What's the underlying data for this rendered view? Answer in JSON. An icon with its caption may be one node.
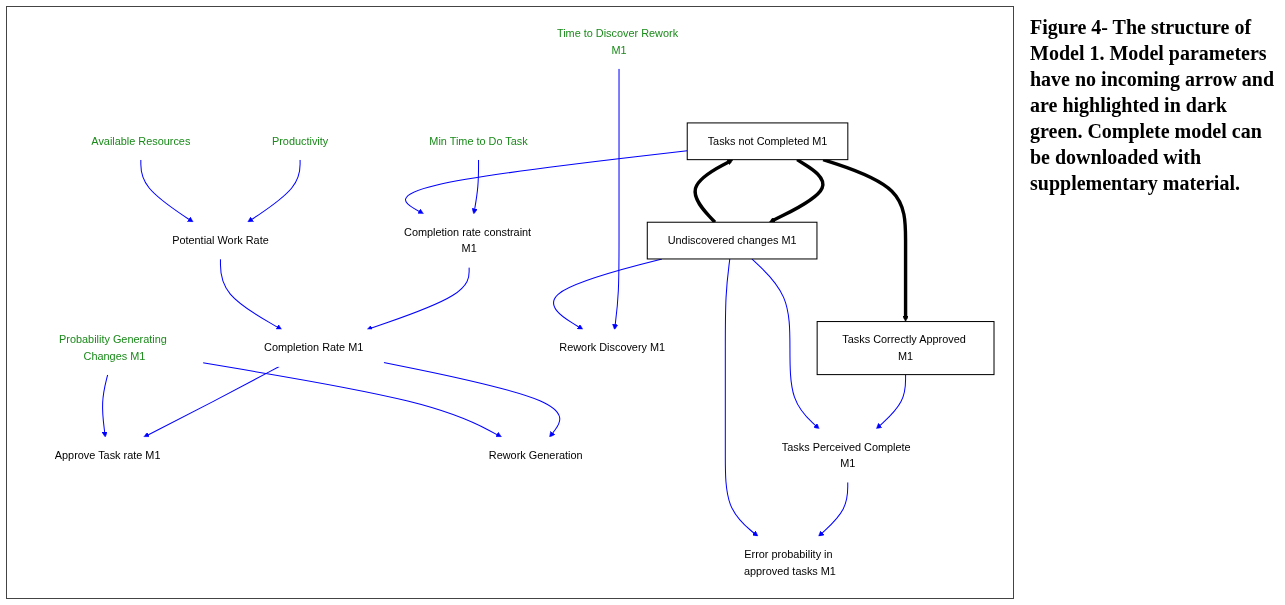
{
  "diagram": {
    "caption": "Figure 4- The structure of Model 1. Model parameters have no incoming arrow and are highlighted in dark green. Complete model can be downloaded with supplementary material.",
    "nodes": [
      {
        "text": [
          "Tasks not Completed M1"
        ]
      },
      {
        "text": [
          "Tasks Correctly Approved M1"
        ]
      },
      {
        "text": [
          "Undiscovered changes M1"
        ]
      },
      {
        "text": [
          "Completion rate constraint M1"
        ]
      },
      {
        "text": [
          "Min Time to Do Task"
        ]
      },
      {
        "text": [
          "Productivity"
        ]
      },
      {
        "text": [
          "Potential Work Rate"
        ]
      },
      {
        "text": [
          "Available Resources"
        ]
      },
      {
        "text": [
          "Completion Rate M1"
        ]
      },
      {
        "text": [
          "Approve Task rate M1"
        ]
      },
      {
        "text": [
          "Time to Discover Rework M1"
        ]
      },
      {
        "text": [
          "Rework Discovery M1"
        ]
      },
      {
        "text": [
          "Rework Generation"
        ]
      },
      {
        "text": [
          "Probability Generating Changes M1"
        ]
      },
      {
        "text": [
          "Tasks Perceived Complete M1"
        ]
      },
      {
        "text": [
          "Error probability in approved tasks M1"
        ]
      }
    ],
    "edges": [
      {
        "from": 0,
        "to": 1,
        "arrow": "to",
        "style": "thick",
        "color": "#000000"
      },
      {
        "from": 0,
        "to": 2,
        "arrow": "to",
        "style": "thick",
        "color": "#000000"
      },
      {
        "from": 2,
        "to": 0,
        "arrow": "to",
        "style": "thick",
        "color": "#000000"
      },
      {
        "from": 4,
        "to": 3,
        "arrow": "to"
      },
      {
        "from": 5,
        "to": 6,
        "arrow": "to"
      },
      {
        "from": 7,
        "to": 6,
        "arrow": "to"
      },
      {
        "from": 0,
        "to": 3,
        "arrow": "to"
      },
      {
        "from": 3,
        "to": 8,
        "arrow": "to"
      },
      {
        "from": 6,
        "to": 8,
        "arrow": "to"
      },
      {
        "from": 8,
        "to": 9,
        "arrow": "to"
      },
      {
        "from": 8,
        "to": 12,
        "arrow": "to"
      },
      {
        "from": 10,
        "to": 11,
        "arrow": "to"
      },
      {
        "from": 13,
        "to": 9,
        "arrow": "to"
      },
      {
        "from": 13,
        "to": 12,
        "arrow": "to"
      },
      {
        "from": 2,
        "to": 11,
        "arrow": "to"
      },
      {
        "from": 1,
        "to": 14,
        "arrow": "to"
      },
      {
        "from": 2,
        "to": 14,
        "arrow": "to"
      },
      {
        "from": 14,
        "to": 15,
        "arrow": "to"
      },
      {
        "from": 2,
        "to": 15,
        "arrow": "to"
      }
    ]
  }
}
